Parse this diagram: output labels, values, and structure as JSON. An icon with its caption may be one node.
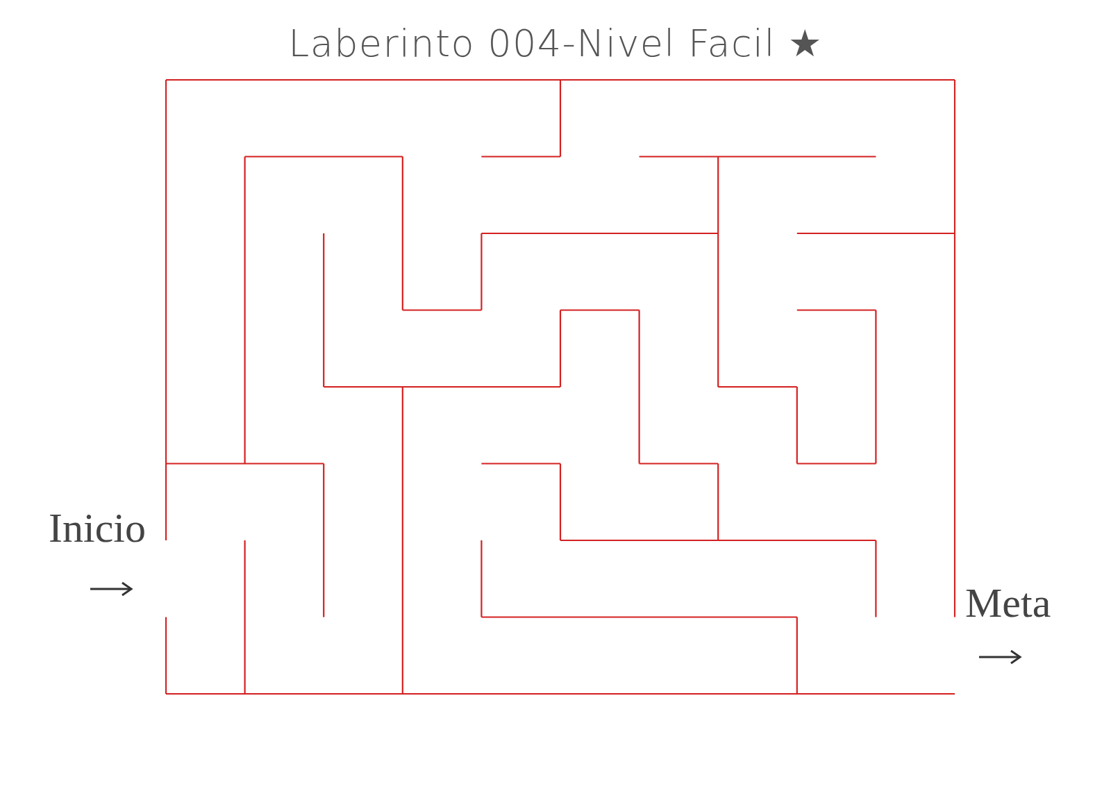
{
  "diagram": {
    "title": "Laberinto 004-Nivel Facil ★",
    "labels": [
      "Inicio",
      "Meta"
    ]
  }
}
